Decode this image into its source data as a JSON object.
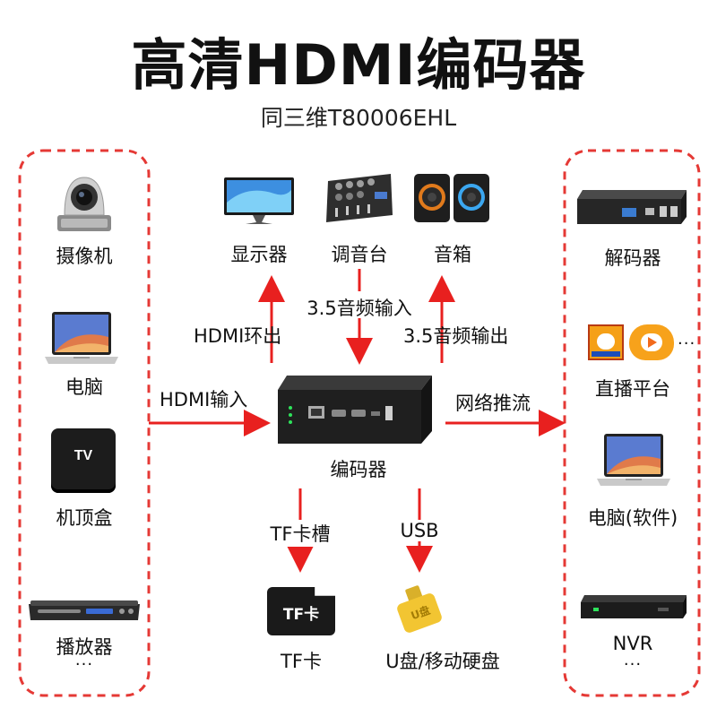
{
  "header": {
    "title": "高清HDMI编码器",
    "subtitle": "同三维T80006EHL"
  },
  "inputs": {
    "camera": "摄像机",
    "laptop": "电脑",
    "tvbox": "机顶盒",
    "tv_logo_text": "TV",
    "player": "播放器",
    "more": "..."
  },
  "top": {
    "monitor": "显示器",
    "mixer": "调音台",
    "speaker": "音箱"
  },
  "outputs": {
    "decoder": "解码器",
    "live": "直播平台",
    "live_more": "...",
    "laptop_sw": "电脑(软件)",
    "nvr": "NVR",
    "more": "..."
  },
  "arrows": {
    "hdmi_in": "HDMI输入",
    "hdmi_loop": "HDMI环出",
    "audio_in": "3.5音频输入",
    "audio_out": "3.5音频输出",
    "net_push": "网络推流",
    "tf_slot": "TF卡槽",
    "usb": "USB"
  },
  "center": {
    "encoder": "编码器"
  },
  "storage": {
    "tf": "TF卡",
    "tf_badge": "TF卡",
    "usb_disk": "U盘/移动硬盘",
    "usb_badge": "U盘"
  },
  "colors": {
    "accent_red": "#e8201f",
    "dashed_border": "#e53935",
    "usb_gold": "#f2c532"
  }
}
